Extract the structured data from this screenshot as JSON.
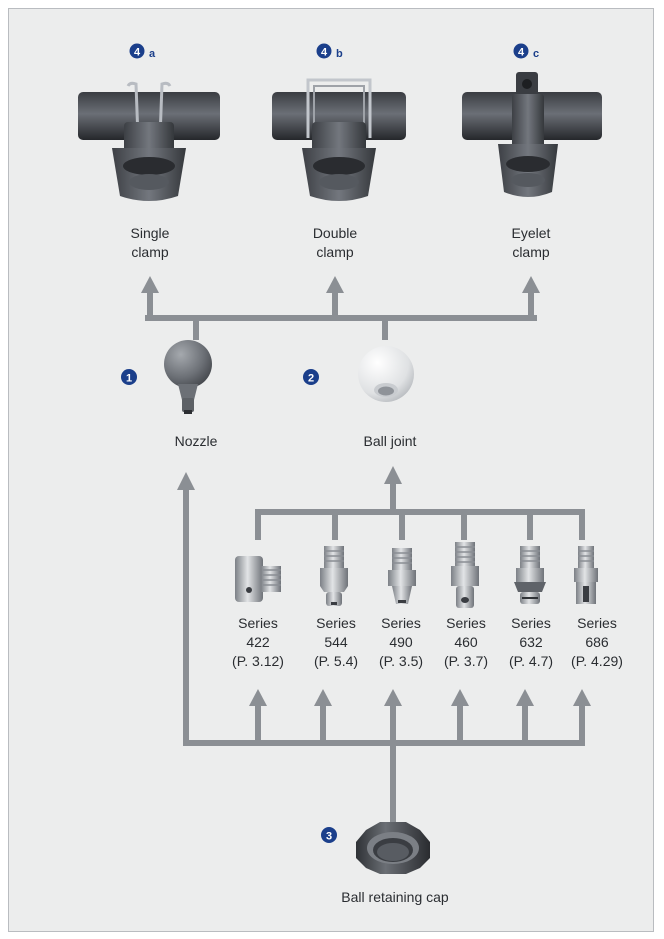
{
  "colors": {
    "background": "#eceded",
    "arrow": "#8b8f94",
    "badge": "#1b3f8b",
    "label": "#2a2d31"
  },
  "clamps": [
    {
      "badge_num": "4",
      "badge_sub": "a",
      "line1": "Single",
      "line2": "clamp"
    },
    {
      "badge_num": "4",
      "badge_sub": "b",
      "line1": "Double",
      "line2": "clamp"
    },
    {
      "badge_num": "4",
      "badge_sub": "c",
      "line1": "Eyelet",
      "line2": "clamp"
    }
  ],
  "nozzle": {
    "badge": "1",
    "label": "Nozzle"
  },
  "ball_joint": {
    "badge": "2",
    "label": "Ball joint"
  },
  "cap": {
    "badge": "3",
    "label": "Ball retaining cap"
  },
  "series": [
    {
      "name": "Series",
      "number": "422",
      "page": "(P. 3.12)"
    },
    {
      "name": "Series",
      "number": "544",
      "page": "(P. 5.4)"
    },
    {
      "name": "Series",
      "number": "490",
      "page": "(P. 3.5)"
    },
    {
      "name": "Series",
      "number": "460",
      "page": "(P. 3.7)"
    },
    {
      "name": "Series",
      "number": "632",
      "page": "(P. 4.7)"
    },
    {
      "name": "Series",
      "number": "686",
      "page": "(P. 4.29)"
    }
  ]
}
